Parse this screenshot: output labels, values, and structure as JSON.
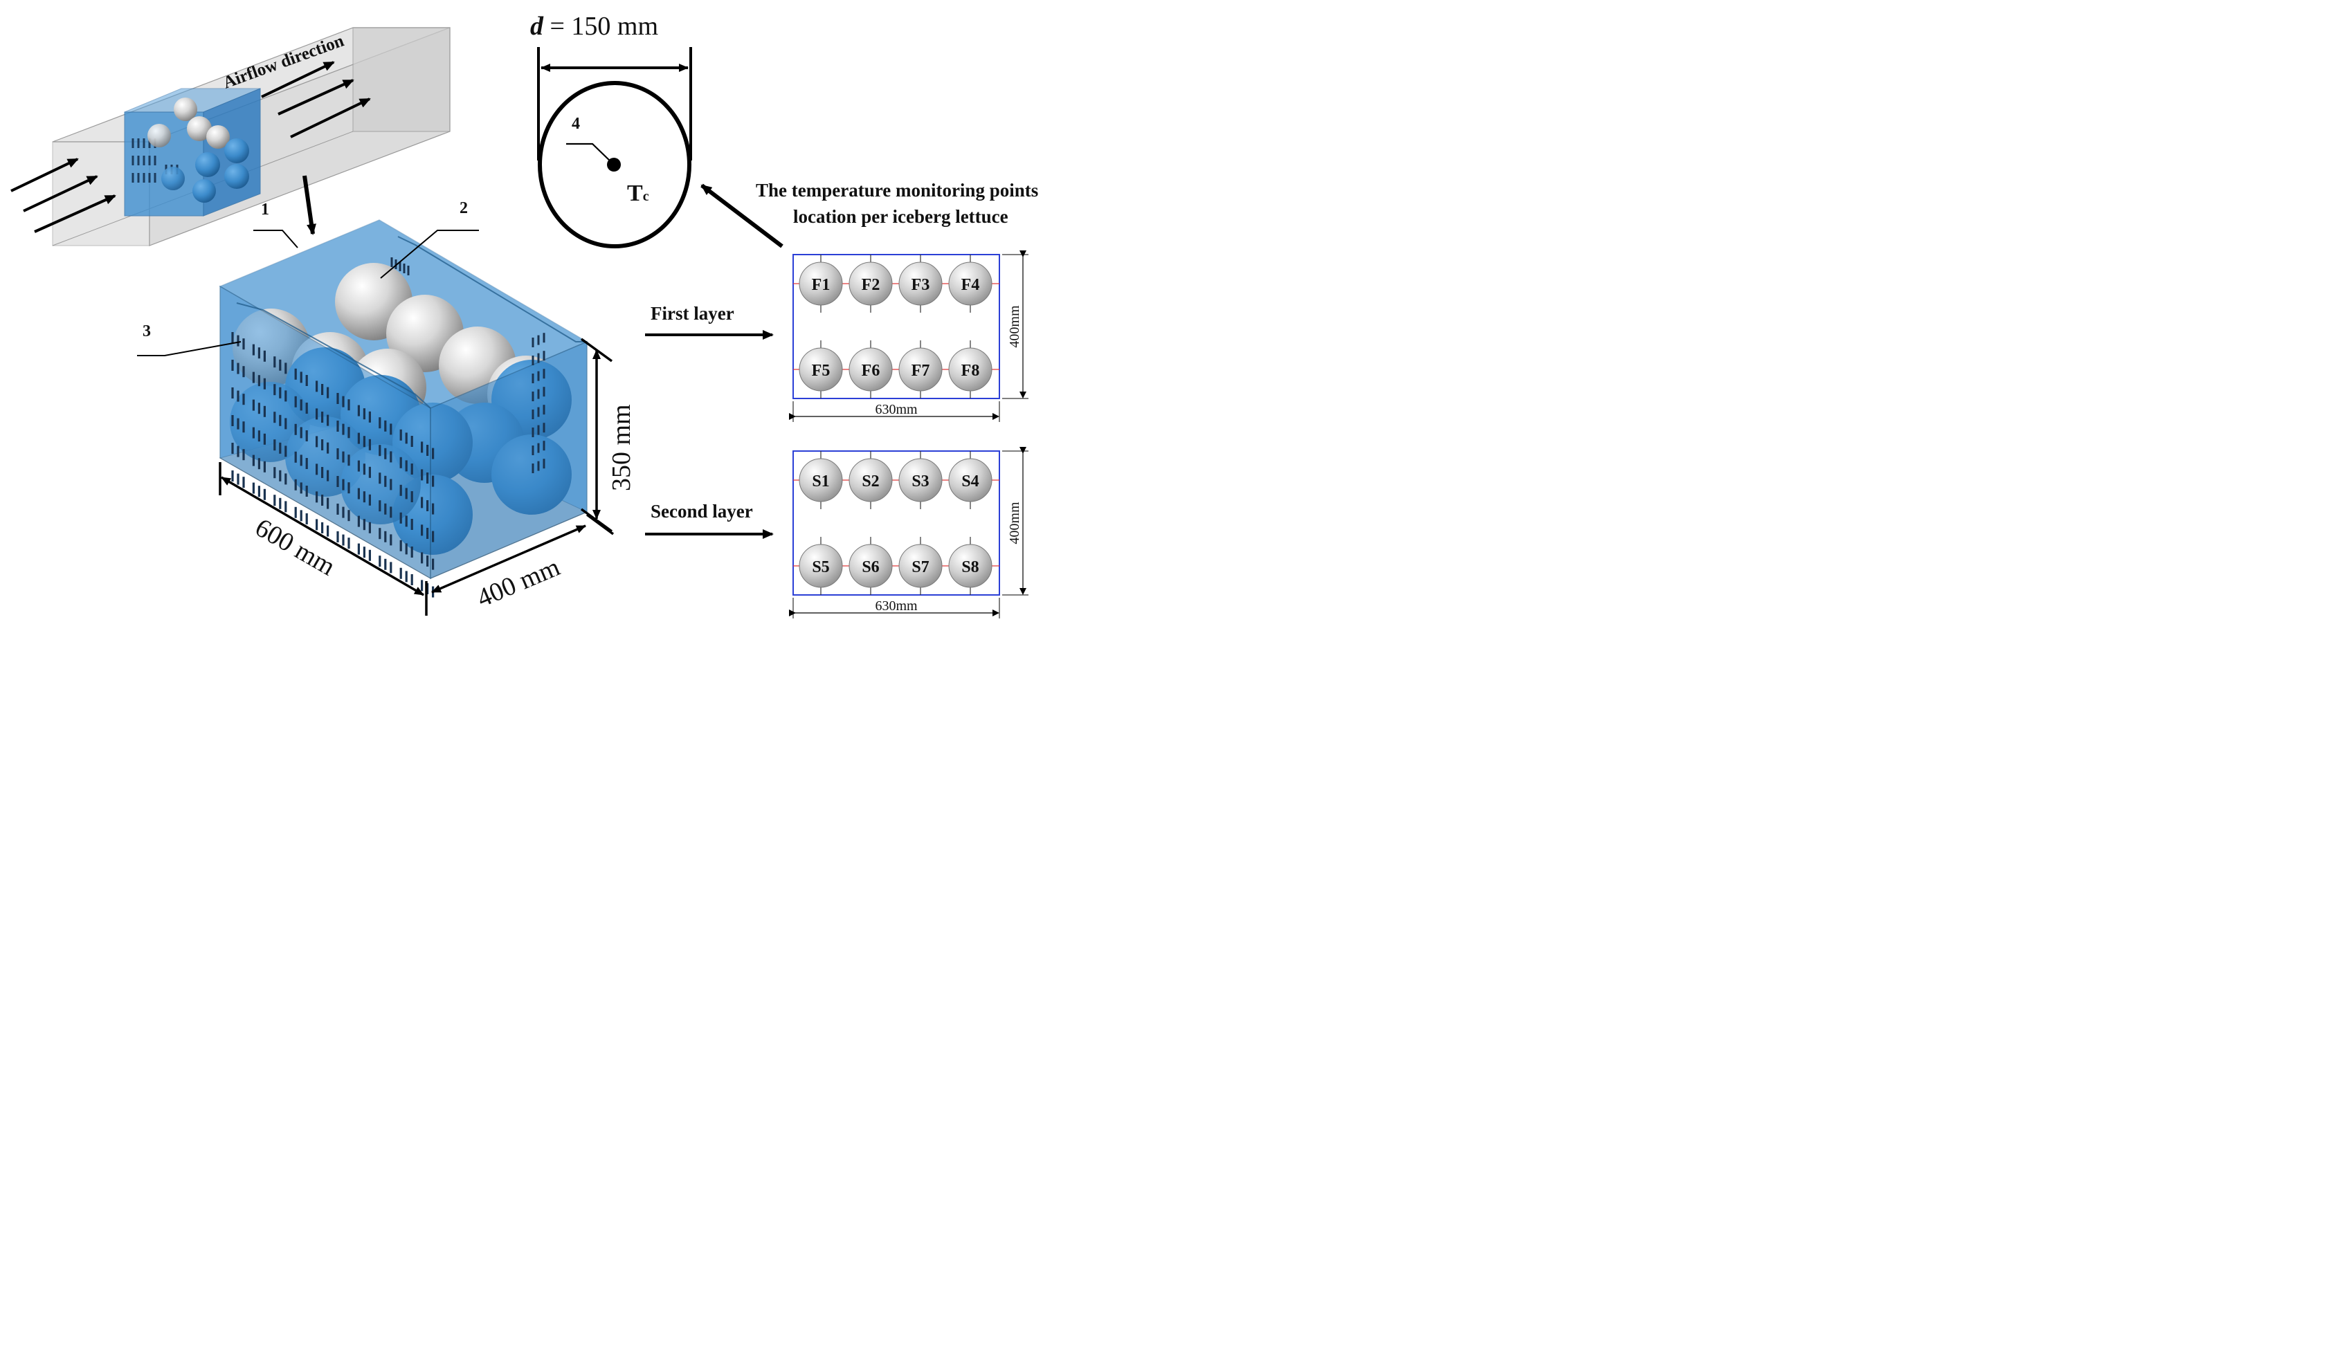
{
  "tunnel": {
    "airflow_label": "Airflow direction"
  },
  "crate": {
    "callouts": [
      "1",
      "2",
      "3"
    ],
    "dim_length": "600 mm",
    "dim_width": "400 mm",
    "dim_height": "350 mm"
  },
  "lettuce_section": {
    "diameter_var": "d",
    "diameter_value": " = 150 mm",
    "callout": "4",
    "point_main": "T",
    "point_sub": "c",
    "caption_line1": "The temperature monitoring points",
    "caption_line2": "location per iceberg lettuce"
  },
  "layers": [
    {
      "label": "First layer",
      "points": [
        "F1",
        "F2",
        "F3",
        "F4",
        "F5",
        "F6",
        "F7",
        "F8"
      ],
      "width_dim": "630mm",
      "height_dim": "400mm"
    },
    {
      "label": "Second layer",
      "points": [
        "S1",
        "S2",
        "S3",
        "S4",
        "S5",
        "S6",
        "S7",
        "S8"
      ],
      "width_dim": "630mm",
      "height_dim": "400mm"
    }
  ],
  "colors": {
    "crate_blue": "#3f8fd0",
    "tunnel_grey": "#d6d6d6",
    "sphere_grey": "#c9c9c9",
    "layer_border": "#2b3fd6",
    "connector_red": "#e03a3a"
  }
}
